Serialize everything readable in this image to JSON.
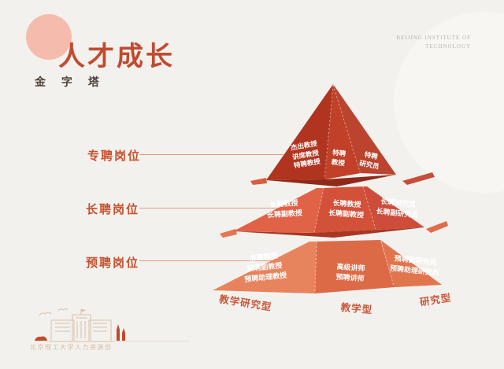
{
  "header": {
    "title": "人才成长",
    "subtitle": "金 字 塔",
    "org_line1": "BEIJING INSTITUTE OF",
    "org_line2": "TECHNOLOGY"
  },
  "side_labels": {
    "tier1": "专聘岗位",
    "tier2": "长聘岗位",
    "tier3": "预聘岗位"
  },
  "pyramid": {
    "tier1": {
      "left": [
        "杰出教授",
        "讲席教授",
        "特聘教授"
      ],
      "mid": [
        "特聘",
        "教授"
      ],
      "right": [
        "特聘",
        "研究员"
      ]
    },
    "tier2": {
      "left": [
        "长聘教授",
        "长聘副教授"
      ],
      "mid": [
        "长聘教授",
        "长聘副教授"
      ],
      "right": [
        "长聘研究员",
        "长聘副研究员"
      ]
    },
    "tier3": {
      "left": [
        "准聘教授",
        "预聘副教授",
        "预聘助理教授"
      ],
      "mid": [
        "高级讲师",
        "预聘讲师"
      ],
      "right": [
        "预聘副研究员",
        "预聘助理研究员"
      ]
    }
  },
  "axis": {
    "left": "教学研究型",
    "mid": "教学型",
    "right": "研究型"
  },
  "footer": {
    "department": "北京理工大学人力资源部"
  },
  "colors": {
    "background": "#f3f1ee",
    "accent_red": "#c04b31",
    "title_circle_pink": "#f5bcae",
    "side_label_red": "#c8502f",
    "tier1_faces": [
      "#b0341f",
      "#c04028",
      "#bc432e"
    ],
    "tier2_faces": [
      "#e06347",
      "#d25138",
      "#ce4c3a"
    ],
    "tier3_faces": [
      "#e8845d",
      "#dd6a47",
      "#e1754e"
    ],
    "axis_label_red": "#c9573a",
    "footer_tan": "#d4bea6"
  }
}
